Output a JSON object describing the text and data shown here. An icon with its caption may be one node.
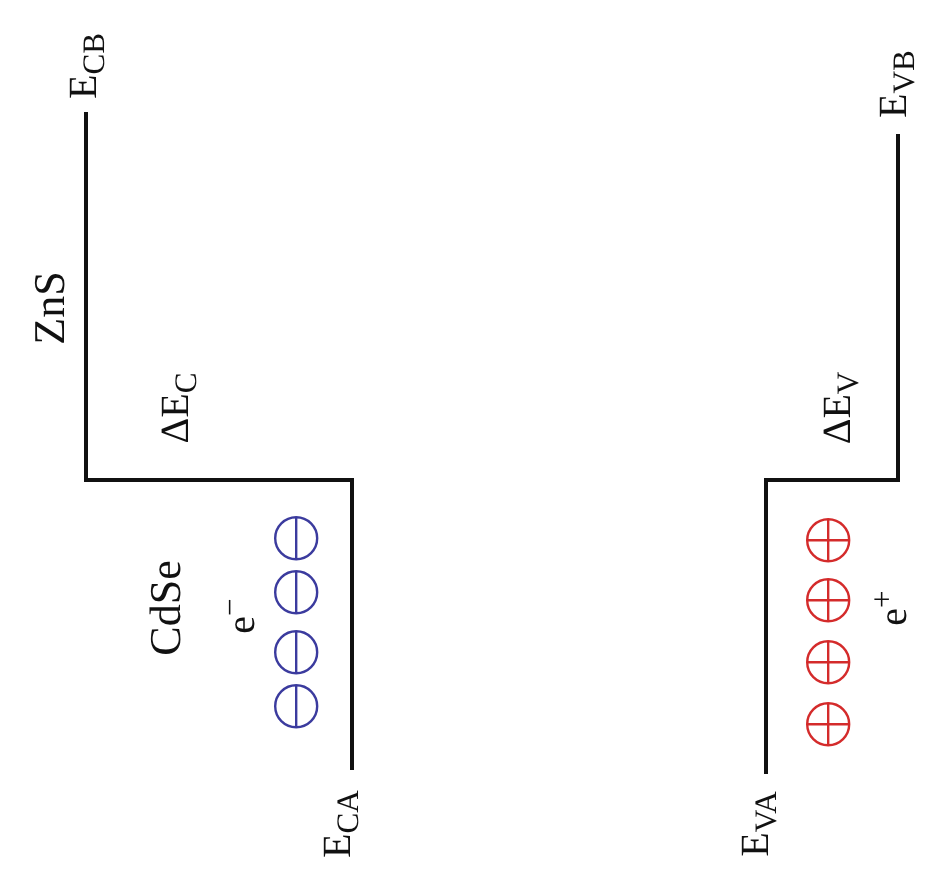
{
  "diagram": {
    "labels": [
      "E$_{CB}$",
      "ZnS",
      "ΔE$_{C}$",
      "CdSe",
      "e$^{−}$",
      "E$_{CA}$",
      "E$_{VB}$",
      "ΔE$_{V}$",
      "e$^{+}$",
      "E$_{VA}$"
    ]
  }
}
